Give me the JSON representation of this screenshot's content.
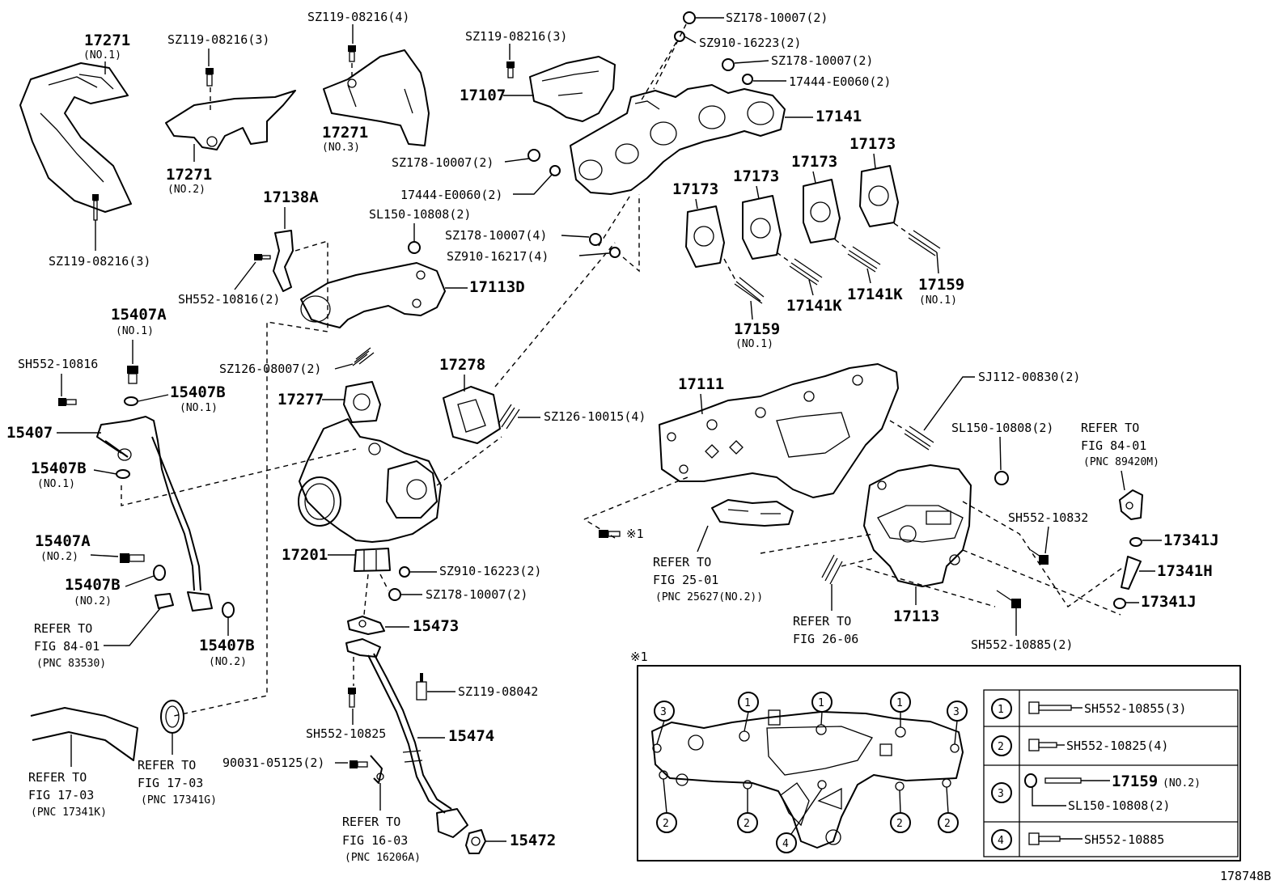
{
  "diagram_id": "178748B",
  "parts": {
    "p17271_no1": "17271",
    "p17271_no1_sub": "(NO.1)",
    "p17271_no2": "17271",
    "p17271_no2_sub": "(NO.2)",
    "p17271_no3": "17271",
    "p17271_no3_sub": "(NO.3)",
    "p17107": "17107",
    "p17141": "17141",
    "p17173_a": "17173",
    "p17173_b": "17173",
    "p17173_c": "17173",
    "p17173_d": "17173",
    "p17159_a": "17159",
    "p17159_a_sub": "(NO.1)",
    "p17159_b": "17159",
    "p17159_b_sub": "(NO.1)",
    "p17141k_a": "17141K",
    "p17141k_b": "17141K",
    "p17138a": "17138A",
    "p17113d": "17113D",
    "p15407a_no1": "15407A",
    "p15407a_no1_sub": "(NO.1)",
    "p15407b_no1_a": "15407B",
    "p15407b_no1_a_sub": "(NO.1)",
    "p15407": "15407",
    "p15407b_no1_b": "15407B",
    "p15407b_no1_b_sub": "(NO.1)",
    "p15407a_no2": "15407A",
    "p15407a_no2_sub": "(NO.2)",
    "p15407b_no2_a": "15407B",
    "p15407b_no2_a_sub": "(NO.2)",
    "p15407b_no2_b": "15407B",
    "p15407b_no2_b_sub": "(NO.2)",
    "p17277": "17277",
    "p17278": "17278",
    "p17201": "17201",
    "p15473": "15473",
    "p15474": "15474",
    "p15472": "15472",
    "p17111": "17111",
    "p17113": "17113",
    "p17341j_a": "17341J",
    "p17341h": "17341H",
    "p17341j_b": "17341J"
  },
  "bolts": {
    "b1": "SZ119-08216(3)",
    "b2": "SZ119-08216(4)",
    "b3": "SZ119-08216(3)",
    "b4": "SZ178-10007(2)",
    "b5": "SZ910-16223(2)",
    "b6": "SZ178-10007(2)",
    "b7": "17444-E0060(2)",
    "b8": "SZ119-08216(3)",
    "b9": "SZ178-10007(2)",
    "b10": "17444-E0060(2)",
    "b11": "SL150-10808(2)",
    "b12": "SZ178-10007(4)",
    "b13": "SZ910-16217(4)",
    "b14": "SH552-10816(2)",
    "b15": "SH552-10816",
    "b16": "SZ126-08007(2)",
    "b17": "SZ126-10015(4)",
    "b18": "SZ910-16223(2)",
    "b19": "SZ178-10007(2)",
    "b20": "SZ119-08042",
    "b21": "SH552-10825",
    "b22": "90031-05125(2)",
    "b23": "SJ112-00830(2)",
    "b24": "SL150-10808(2)",
    "b25": "SH552-10832",
    "b26": "SH552-10885(2)",
    "mark1": "※1"
  },
  "refs": {
    "r1_l1": "REFER TO",
    "r1_l2": "FIG 84-01",
    "r1_l3": "(PNC 83530)",
    "r2_l1": "REFER TO",
    "r2_l2": "FIG 17-03",
    "r2_l3": "(PNC 17341K)",
    "r3_l1": "REFER TO",
    "r3_l2": "FIG 17-03",
    "r3_l3": "(PNC 17341G)",
    "r4_l1": "REFER TO",
    "r4_l2": "FIG 16-03",
    "r4_l3": "(PNC 16206A)",
    "r5_l1": "REFER TO",
    "r5_l2": "FIG 25-01",
    "r5_l3": "(PNC 25627(NO.2))",
    "r6_l1": "REFER TO",
    "r6_l2": "FIG 26-06",
    "r7_l1": "REFER TO",
    "r7_l2": "FIG 84-01",
    "r7_l3": "(PNC 89420M)"
  },
  "inset": {
    "title": "※1",
    "callouts": [
      "1",
      "2",
      "3",
      "4"
    ],
    "legend": [
      {
        "num": "1",
        "part": "SH552-10855(3)"
      },
      {
        "num": "2",
        "part": "SH552-10825(4)"
      },
      {
        "num": "3",
        "part": "17159",
        "sub": "(NO.2)",
        "part2": "SL150-10808(2)"
      },
      {
        "num": "4",
        "part": "SH552-10885"
      }
    ]
  }
}
